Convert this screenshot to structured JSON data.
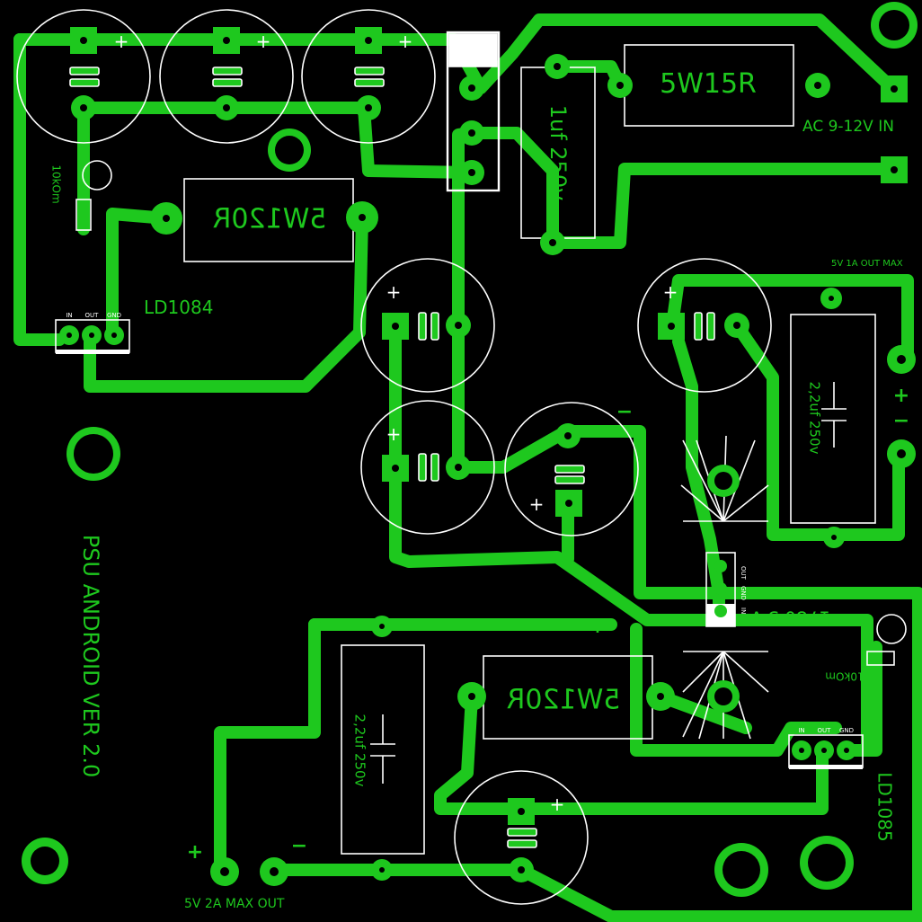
{
  "colors": {
    "background": "#000000",
    "copper": "#1ec81e",
    "silkscreen": "#ffffff"
  },
  "labels": {
    "ac_in": "AC 9-12V IN",
    "out_5v1a": "5V 1A OUT MAX",
    "out_5v2a": "5V 2A MAX OUT",
    "title": "PSU ANDROID VER 2.0",
    "ld1084": "LD1084",
    "ld1085": "LD1085",
    "reg_1780": "1780 5 v",
    "res_5w15r": "5W15R",
    "res_5w120r": "5W120R",
    "res_5w120r_b": "5W120R",
    "res_10k_a": "10kOm",
    "res_10k_b": "10kOm",
    "cap_1uf": "1uf 250v",
    "cap_22_a": "2,2uf 250v",
    "cap_22_b": "2,2uf 250v",
    "plus": "+",
    "minus": "−",
    "pin_in": "IN",
    "pin_out": "OUT",
    "pin_gnd": "GND"
  }
}
